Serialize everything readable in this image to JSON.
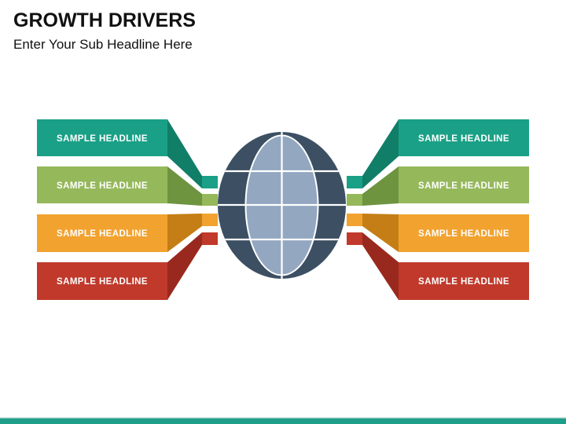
{
  "slide": {
    "title": "GROWTH DRIVERS",
    "subtitle": "Enter Your Sub Headline Here"
  },
  "palette": {
    "teal": "#1AA087",
    "teal_dark": "#117E68",
    "green": "#95B85B",
    "green_dark": "#6E9440",
    "orange": "#F2A22F",
    "orange_dark": "#C57E15",
    "red": "#C0392B",
    "red_dark": "#99291E",
    "globe_dark": "#3C4F63",
    "globe_light": "#93A7C1",
    "grid_white": "#FFFFFF",
    "footer_teal": "#1F9E89",
    "footer_edge": "#A8CFC8",
    "label_white": "#FFFFFF",
    "title_black": "#111111"
  },
  "diagram": {
    "center_icon": "globe-grid",
    "left_items": [
      {
        "label": "SAMPLE HEADLINE",
        "color": "teal"
      },
      {
        "label": "SAMPLE HEADLINE",
        "color": "green"
      },
      {
        "label": "SAMPLE HEADLINE",
        "color": "orange"
      },
      {
        "label": "SAMPLE HEADLINE",
        "color": "red"
      }
    ],
    "right_items": [
      {
        "label": "SAMPLE HEADLINE",
        "color": "teal"
      },
      {
        "label": "SAMPLE HEADLINE",
        "color": "green"
      },
      {
        "label": "SAMPLE HEADLINE",
        "color": "orange"
      },
      {
        "label": "SAMPLE HEADLINE",
        "color": "red"
      }
    ]
  }
}
